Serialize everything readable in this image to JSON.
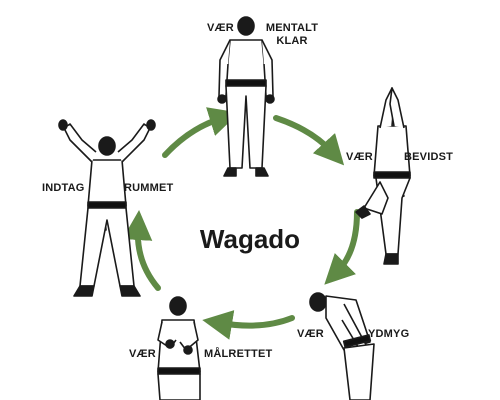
{
  "title": "Wagado",
  "colors": {
    "arrow": "#5f8a45",
    "ink": "#1a1a1a",
    "gi": "#ffffff",
    "belt": "#111111"
  },
  "stations": [
    {
      "id": "top",
      "lines": [
        "VÆR",
        "MENTALT",
        "KLAR"
      ]
    },
    {
      "id": "right",
      "lines": [
        "VÆR",
        "BEVIDST"
      ]
    },
    {
      "id": "bottom-right",
      "lines": [
        "VÆR",
        "YDMYG"
      ]
    },
    {
      "id": "bottom-left",
      "lines": [
        "VÆR",
        "MÅLRETTET"
      ]
    },
    {
      "id": "left",
      "lines": [
        "INDTAG",
        "RUMMET"
      ]
    }
  ],
  "icons": [
    "karateka-ready-icon",
    "karateka-hands-up-icon",
    "karateka-bow-icon",
    "karateka-fist-icon",
    "karateka-arms-raised-icon",
    "cycle-arrow-icon"
  ]
}
